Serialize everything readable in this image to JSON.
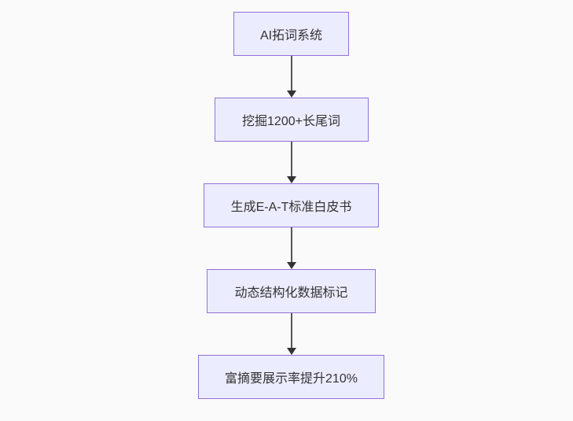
{
  "page": {
    "background": "#fafafa"
  },
  "flowchart": {
    "type": "flowchart-top-down",
    "colors": {
      "node_fill": "#ECECFF",
      "node_border": "#9370DB",
      "text_color": "#333333",
      "line_color": "#555555",
      "arrow_color": "#333333"
    },
    "nodes": [
      {
        "id": "node-1",
        "label": "AI拓词系统"
      },
      {
        "id": "node-2",
        "label": "挖掘1200+长尾词"
      },
      {
        "id": "node-3",
        "label": "生成E-A-T标准白皮书"
      },
      {
        "id": "node-4",
        "label": "动态结构化数据标记"
      },
      {
        "id": "node-5",
        "label": "富摘要展示率提升210%"
      }
    ],
    "edges": [
      {
        "from": "node-1",
        "to": "node-2"
      },
      {
        "from": "node-2",
        "to": "node-3"
      },
      {
        "from": "node-3",
        "to": "node-4"
      },
      {
        "from": "node-4",
        "to": "node-5"
      }
    ]
  }
}
